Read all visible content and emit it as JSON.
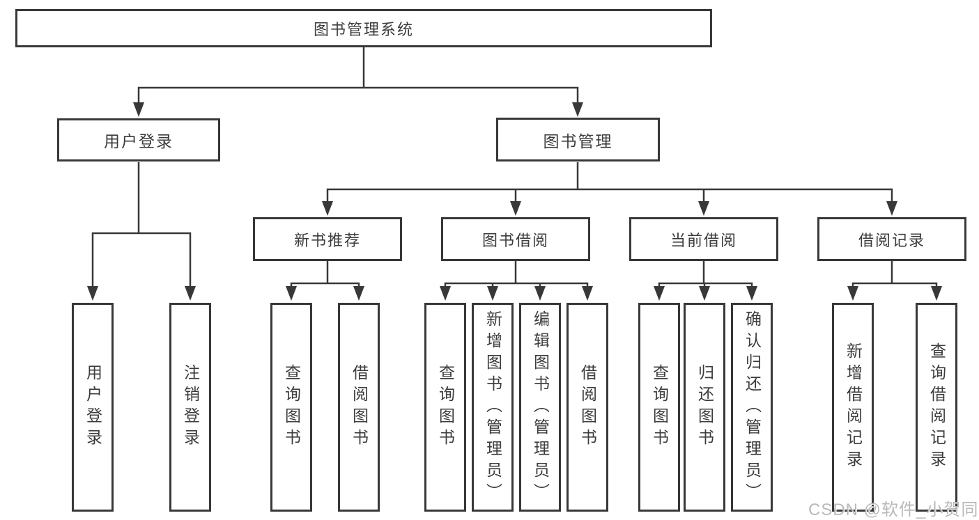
{
  "colors": {
    "line": "#383838",
    "border": "#383838",
    "text": "#3c3c3c",
    "background": "#ffffff",
    "watermark": "#b9b9b9"
  },
  "watermark": "CSDN @软件_小贺同学",
  "tree": {
    "root": {
      "label": "图书管理系统"
    },
    "login": {
      "label": "用户登录",
      "children": [
        {
          "label": "用户登录"
        },
        {
          "label": "注销登录"
        }
      ]
    },
    "mgmt": {
      "label": "图书管理",
      "sections": [
        {
          "label": "新书推荐",
          "children": [
            {
              "label": "查询图书"
            },
            {
              "label": "借阅图书"
            }
          ]
        },
        {
          "label": "图书借阅",
          "children": [
            {
              "label": "查询图书"
            },
            {
              "label": "新增图书（管理员）"
            },
            {
              "label": "编辑图书（管理员）"
            },
            {
              "label": "借阅图书"
            }
          ]
        },
        {
          "label": "当前借阅",
          "children": [
            {
              "label": "查询图书"
            },
            {
              "label": "归还图书"
            },
            {
              "label": "确认归还（管理员）"
            }
          ]
        },
        {
          "label": "借阅记录",
          "children": [
            {
              "label": "新增借阅记录"
            },
            {
              "label": "查询借阅记录"
            }
          ]
        }
      ]
    }
  }
}
